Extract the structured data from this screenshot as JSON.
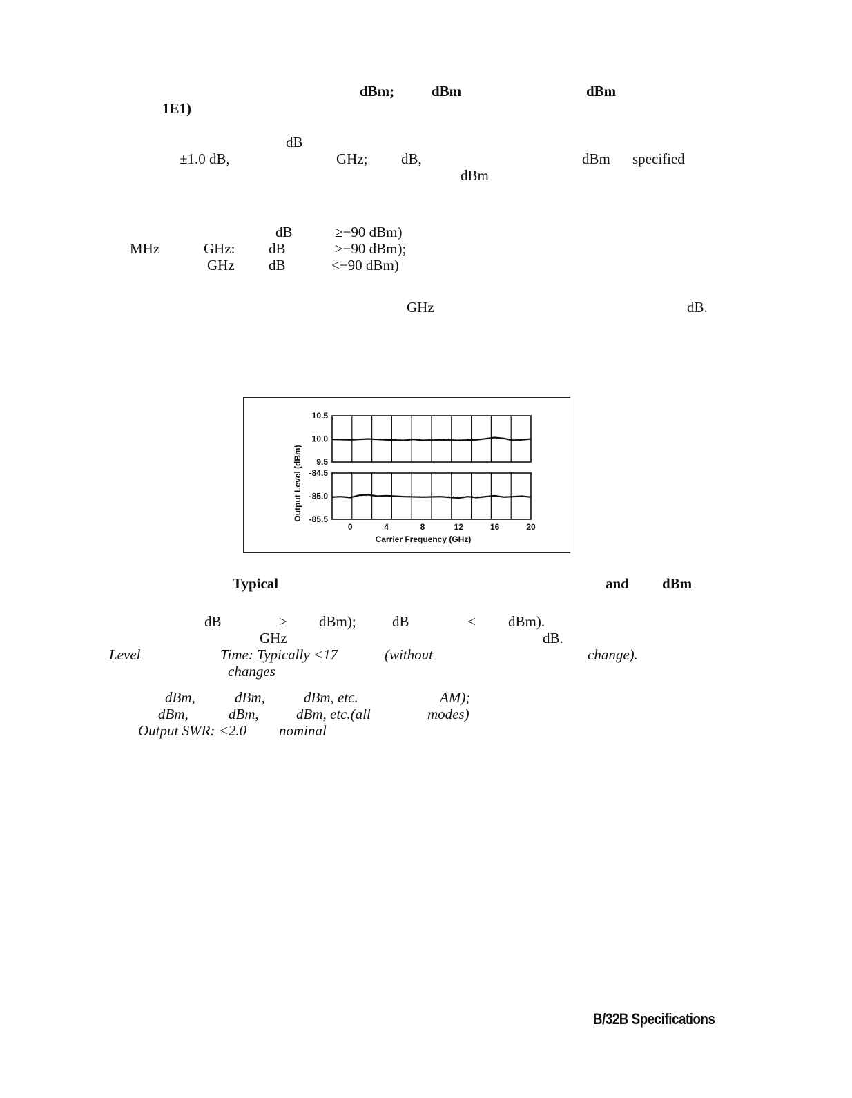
{
  "text": {
    "l1a": "dBm;",
    "l1b": "dBm",
    "l1c": "dBm",
    "l2a": "1E1)",
    "l3a": "dB",
    "l4a": "±1.0 dB,",
    "l4b": "GHz;",
    "l4c": "dB,",
    "l4d": "dBm",
    "l4e": "specified",
    "l5a": "dBm",
    "l6a": "dB",
    "l6b": "≥−90 dBm)",
    "l7a": "MHz",
    "l7b": "GHz:",
    "l7c": "dB",
    "l7d": "≥−90 dBm);",
    "l8a": "GHz",
    "l8b": "dB",
    "l8c": "<−90 dBm)",
    "l9a": "GHz",
    "l9b": "dB.",
    "cap1": "Typical",
    "cap2": "and",
    "cap3": "dBm",
    "p1a": "dB",
    "p1b": "≥",
    "p1c": "dBm);",
    "p1d": "dB",
    "p1e": "<",
    "p1f": "dBm).",
    "p2a": "GHz",
    "p2b": "dB.",
    "p3a": "Level",
    "p3b": "Time: Typically <17",
    "p3c": "(without",
    "p3d": "change).",
    "p4a": "changes",
    "p5a": "dBm,",
    "p5b": "dBm,",
    "p5c": "dBm, etc.",
    "p5d": "AM);",
    "p6a": "dBm,",
    "p6b": "dBm,",
    "p6c": "dBm, etc.(all",
    "p6d": "modes)",
    "p7a": "Output SWR: <2.0",
    "p7b": "nominal",
    "footer": "B/32B Specifications"
  },
  "chart_data": {
    "type": "line",
    "xlabel": "Carrier Frequency (GHz)",
    "ylabel": "Output Level (dBm)",
    "xlim": [
      -2,
      20
    ],
    "x_ticks": [
      "0",
      "4",
      "8",
      "12",
      "16",
      "20"
    ],
    "panels": [
      {
        "name": "upper",
        "ylim": [
          9.5,
          10.5
        ],
        "y_ticks": [
          "10.5",
          "10.0",
          "9.5"
        ],
        "x": [
          -2,
          0,
          2,
          3,
          4,
          6,
          7,
          8,
          10,
          12,
          14,
          16,
          17,
          18,
          19,
          20
        ],
        "values": [
          9.99,
          9.98,
          10.0,
          9.99,
          9.98,
          9.97,
          9.99,
          9.97,
          9.98,
          9.97,
          9.98,
          10.03,
          10.01,
          9.97,
          9.98,
          10.0
        ]
      },
      {
        "name": "lower",
        "ylim": [
          -85.5,
          -84.5
        ],
        "y_ticks": [
          "-84.5",
          "-85.0",
          "-85.5"
        ],
        "x": [
          -2,
          -1,
          0,
          1,
          2,
          3,
          4,
          6,
          8,
          10,
          12,
          13,
          14,
          16,
          17,
          18,
          19,
          20
        ],
        "values": [
          -85.02,
          -85.01,
          -85.03,
          -84.98,
          -84.97,
          -85.0,
          -84.99,
          -85.01,
          -85.02,
          -85.01,
          -85.04,
          -85.01,
          -85.03,
          -84.99,
          -85.02,
          -85.01,
          -85.0,
          -85.02
        ]
      }
    ]
  }
}
